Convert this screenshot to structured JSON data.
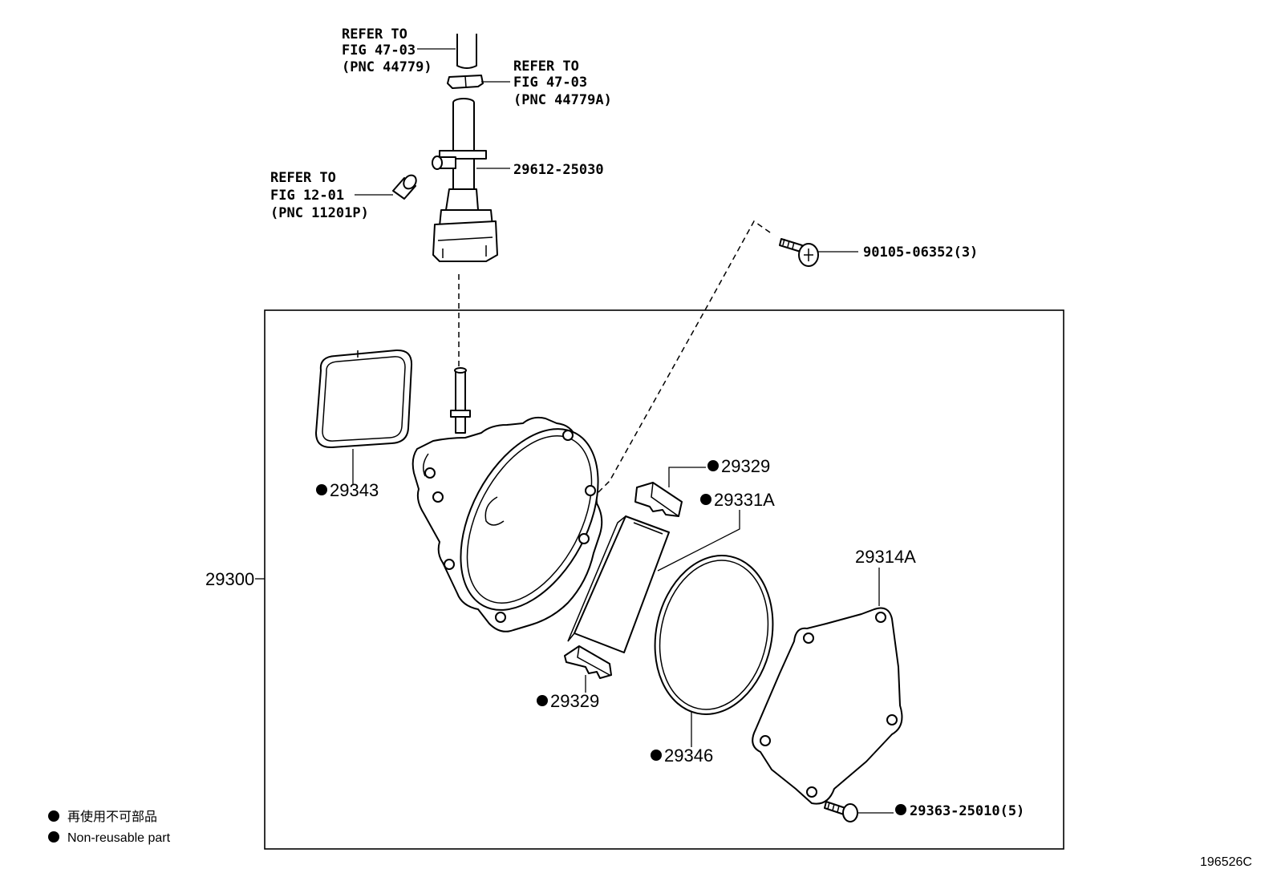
{
  "callouts": {
    "ref_hose": [
      "REFER TO",
      "FIG 47-03",
      "(PNC 44779)"
    ],
    "ref_clip": [
      "REFER TO",
      "FIG 47-03",
      "(PNC 44779A)"
    ],
    "ref_plug": [
      "REFER TO",
      "FIG 12-01",
      "(PNC 11201P)"
    ],
    "p29612": "29612-25030",
    "p90105": "90105-06352(3)",
    "p29343": "29343",
    "p29300": "29300",
    "p29329_top": "29329",
    "p29331A": "29331A",
    "p29314A": "29314A",
    "p29329_bottom": "29329",
    "p29346": "29346",
    "p29363": "29363-25010(5)"
  },
  "legend": {
    "line1": "再使用不可部品",
    "line2": "Non-reusable part"
  },
  "figure_id": "196526C"
}
